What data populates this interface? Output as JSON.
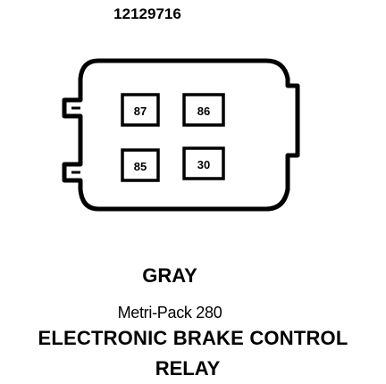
{
  "part_number": "12129716",
  "color": "GRAY",
  "connector_series": "Metri-Pack 280",
  "title_line1": "ELECTRONIC BRAKE CONTROL",
  "title_line2": "RELAY",
  "pins": {
    "top_left": "87",
    "top_right": "86",
    "bottom_left": "85",
    "bottom_right": "30"
  },
  "colors": {
    "ink": "#000000",
    "background": "#ffffff"
  }
}
